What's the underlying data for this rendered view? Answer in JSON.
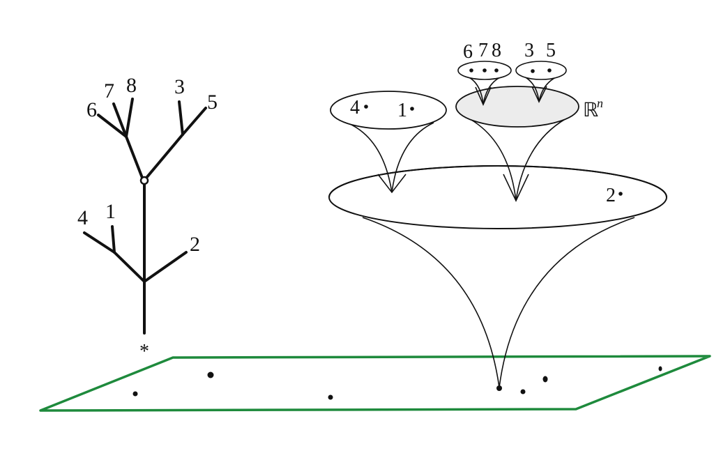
{
  "colors": {
    "plane_stroke": "#1e8a3c",
    "ink": "#111111",
    "shaded_disk": "#ececec"
  },
  "tree": {
    "root_label": "*",
    "leaf_labels": {
      "l6": "6",
      "l7": "7",
      "l8": "8",
      "l3": "3",
      "l5": "5",
      "l4": "4",
      "l1": "1",
      "l2": "2"
    }
  },
  "cones": {
    "disk_4_1": {
      "labels": {
        "a": "4",
        "b": "1"
      }
    },
    "disk_shaded": {
      "space_label": "ℝ",
      "space_exp": "n"
    },
    "disk_678": {
      "labels": {
        "a": "6",
        "b": "7",
        "c": "8"
      }
    },
    "disk_35": {
      "labels": {
        "a": "3",
        "b": "5"
      }
    },
    "disk_big": {
      "labels": {
        "a": "2"
      }
    }
  }
}
